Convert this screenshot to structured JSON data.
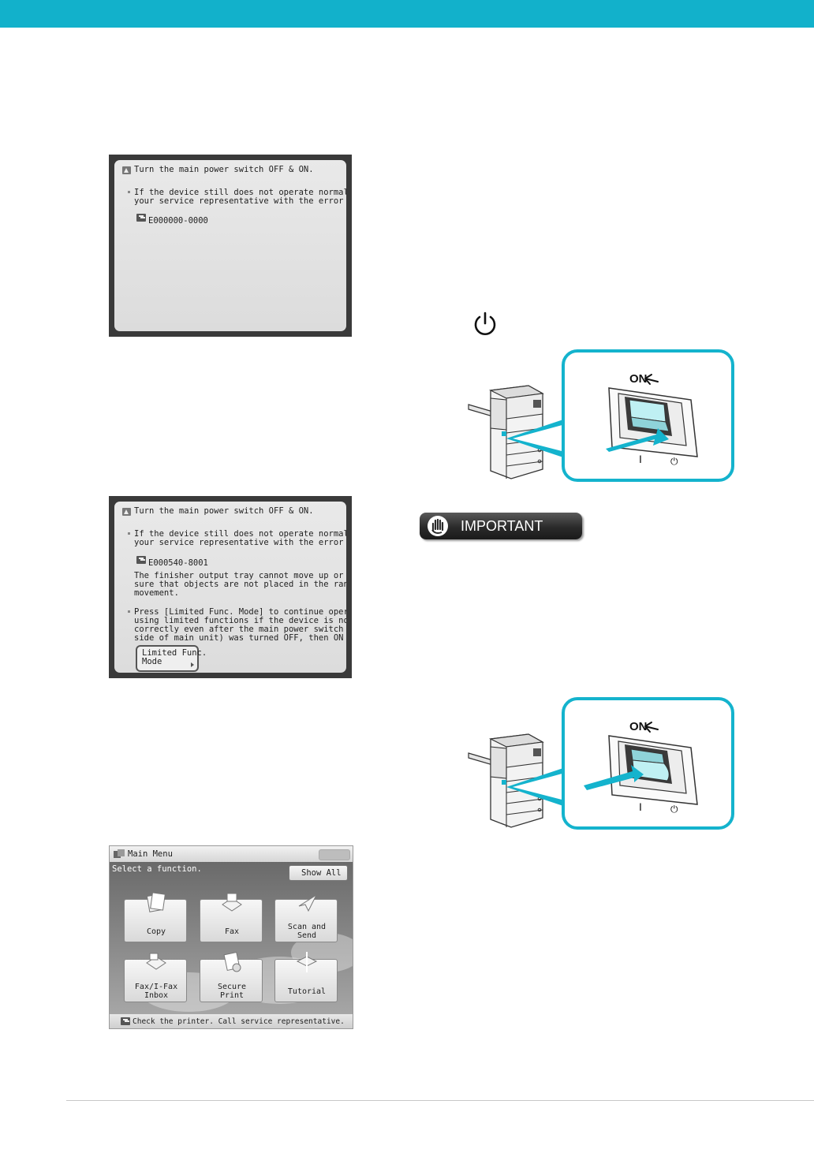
{
  "screen1": {
    "heading": "Turn the main power switch OFF & ON.",
    "message": "If the device still does not operate normally, contact\nyour service representative with the error code below.",
    "error_code": "E000000-0000"
  },
  "screen2": {
    "heading": "Turn the main power switch OFF & ON.",
    "message": "If the device still does not operate normally, contact\nyour service representative with the error code below.",
    "error_code": "E000540-8001",
    "detail": "The finisher output tray cannot move up or down. Make\nsure that objects are not placed in the range of tray\nmovement.",
    "note": "Press [Limited Func. Mode] to continue operation when\nusing limited functions if the device is not functioning\ncorrectly even after the main power switch (on right\nside of main unit) was turned OFF, then ON again.",
    "button_label": "Limited Func.\nMode"
  },
  "main_menu": {
    "title": "Main Menu",
    "prompt": "Select a function.",
    "show_all": "Show All",
    "tiles": [
      {
        "label": "Copy",
        "icon": "copy-icon"
      },
      {
        "label": "Fax",
        "icon": "fax-icon"
      },
      {
        "label": "Scan and\nSend",
        "icon": "scan-send-icon"
      },
      {
        "label": "Fax/I-Fax\nInbox",
        "icon": "inbox-icon"
      },
      {
        "label": "Secure\nPrint",
        "icon": "secure-print-icon"
      },
      {
        "label": "Tutorial",
        "icon": "tutorial-icon"
      }
    ],
    "status": "Check the printer. Call service representative."
  },
  "switch_figure": {
    "on_label": "ON",
    "i_mark": "I",
    "off_mark": "⏻"
  },
  "important": {
    "label": "IMPORTANT"
  },
  "colors": {
    "accent": "#12b1cb",
    "callout": "#14b3cd"
  }
}
